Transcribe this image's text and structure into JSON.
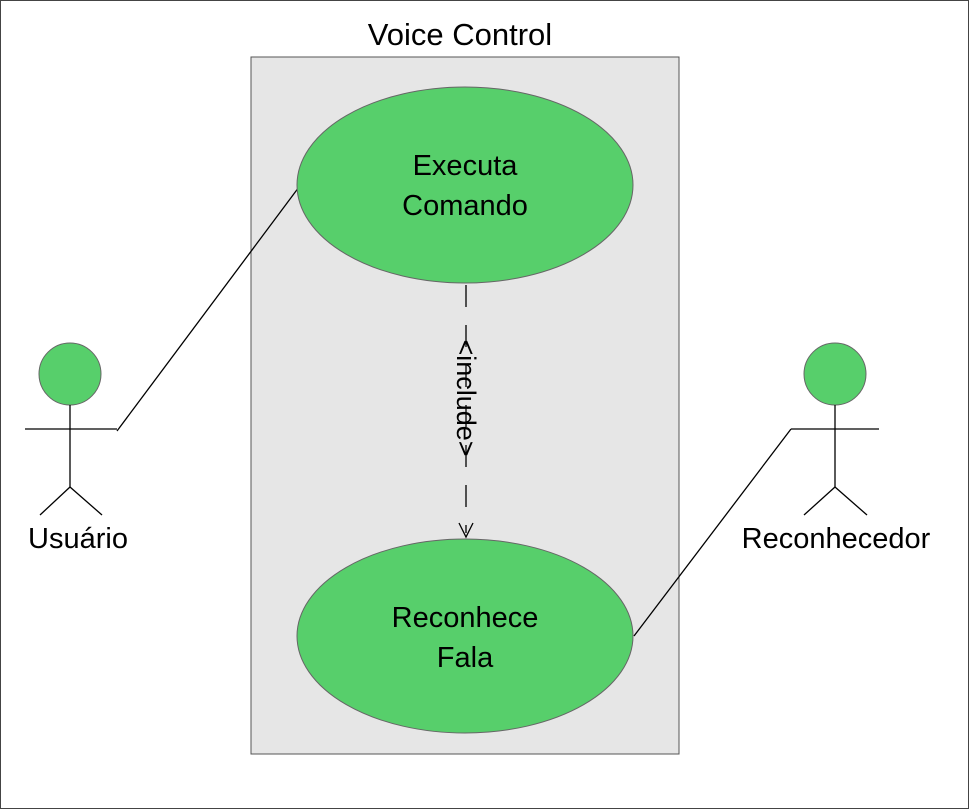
{
  "system": {
    "title": "Voice Control",
    "fill_color": "#e6e6e6",
    "border_color": "#555555"
  },
  "use_cases": [
    {
      "id": "executa-comando",
      "lines": [
        "Executa",
        "Comando"
      ]
    },
    {
      "id": "reconhece-fala",
      "lines": [
        "Reconhece",
        "Fala"
      ]
    }
  ],
  "actors": [
    {
      "id": "usuario",
      "label": "Usuário"
    },
    {
      "id": "reconhecedor",
      "label": "Reconhecedor"
    }
  ],
  "relationship": {
    "type": "include",
    "label": "<include>"
  },
  "colors": {
    "usecase_fill": "#57cf6b",
    "actor_head": "#57cf6b",
    "line": "#000000"
  }
}
